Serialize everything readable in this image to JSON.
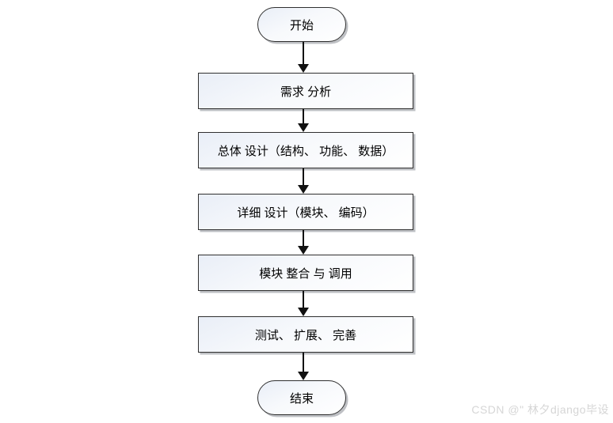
{
  "page": {
    "background": "#ffffff"
  },
  "diagram": {
    "type": "flowchart",
    "direction": "top-to-bottom",
    "nodes": [
      {
        "id": "start",
        "shape": "terminator",
        "label": "开始"
      },
      {
        "id": "requirements",
        "shape": "process",
        "label": "需求 分析"
      },
      {
        "id": "overall-design",
        "shape": "process",
        "label": "总体 设计（结构、 功能、 数据）"
      },
      {
        "id": "detailed-design",
        "shape": "process",
        "label": "详细 设计（模块、 编码）"
      },
      {
        "id": "integration",
        "shape": "process",
        "label": "模块 整合 与 调用"
      },
      {
        "id": "testing",
        "shape": "process",
        "label": "测试、 扩展、 完善"
      },
      {
        "id": "end",
        "shape": "terminator",
        "label": "结束"
      }
    ],
    "edges": [
      {
        "from": "start",
        "to": "requirements",
        "style": "arrow-down"
      },
      {
        "from": "requirements",
        "to": "overall-design",
        "style": "arrow-down"
      },
      {
        "from": "overall-design",
        "to": "detailed-design",
        "style": "arrow-down"
      },
      {
        "from": "detailed-design",
        "to": "integration",
        "style": "arrow-down"
      },
      {
        "from": "integration",
        "to": "testing",
        "style": "arrow-down"
      },
      {
        "from": "testing",
        "to": "end",
        "style": "arrow-down"
      }
    ],
    "colors": {
      "node_border": "#2f2f2f",
      "node_fill_top": "#e9eef7",
      "node_fill_bottom": "#ffffff",
      "node_shadow": "#6e737d",
      "arrow": "#111111",
      "text": "#000000"
    }
  },
  "watermark": {
    "text": "CSDN @\" 林夕django毕设",
    "color": "#d6d6d6"
  }
}
